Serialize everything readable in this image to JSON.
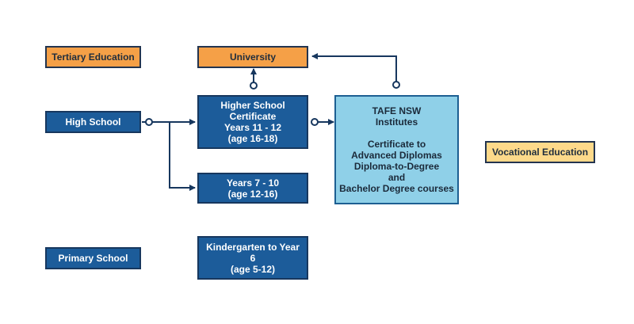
{
  "labels": {
    "tertiary": "Tertiary Education",
    "high_school": "High School",
    "primary_school": "Primary School",
    "vocational": "Vocational Education"
  },
  "boxes": {
    "university": "University",
    "hsc": "Higher School\nCertificate\nYears 11 - 12\n(age 16-18)",
    "years_7_10": "Years 7 - 10\n(age 12-16)",
    "kindergarten": "Kindergarten to Year\n6\n(age 5-12)",
    "tafe": "TAFE NSW\nInstitutes\n\nCertificate to\nAdvanced Diplomas\nDiploma-to-Degree\nand\nBachelor Degree courses"
  },
  "colors": {
    "line": "#17375e",
    "orange": "#f5a047",
    "navy": "#1c5c9a",
    "light_blue": "#8fd0e8",
    "cream": "#fdd98a"
  }
}
